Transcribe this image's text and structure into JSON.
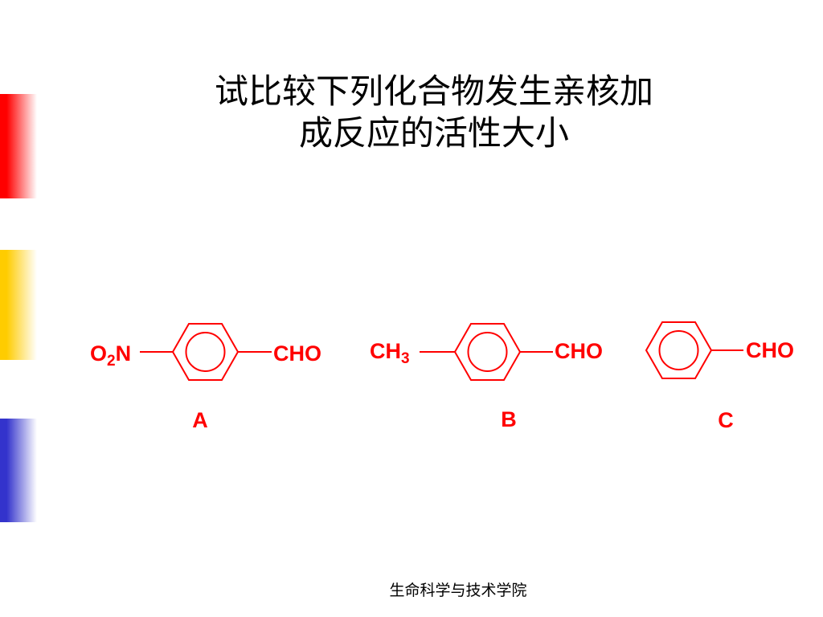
{
  "slide": {
    "title_line1": "试比较下列化合物发生亲核加",
    "title_line2": "成反应的活性大小",
    "footer": "生命科学与技术学院"
  },
  "structures": {
    "a": {
      "substituent_main": "O",
      "substituent_sub": "2",
      "substituent_tail": "N",
      "group": "CHO",
      "label": "A"
    },
    "b": {
      "substituent_main": "CH",
      "substituent_sub": "3",
      "group": "CHO",
      "label": "B"
    },
    "c": {
      "group": "CHO",
      "label": "C"
    }
  },
  "colors": {
    "structure": "#ff0000",
    "stripe_red": "#ff0000",
    "stripe_yellow": "#ffcc00",
    "stripe_blue": "#3333cc"
  }
}
